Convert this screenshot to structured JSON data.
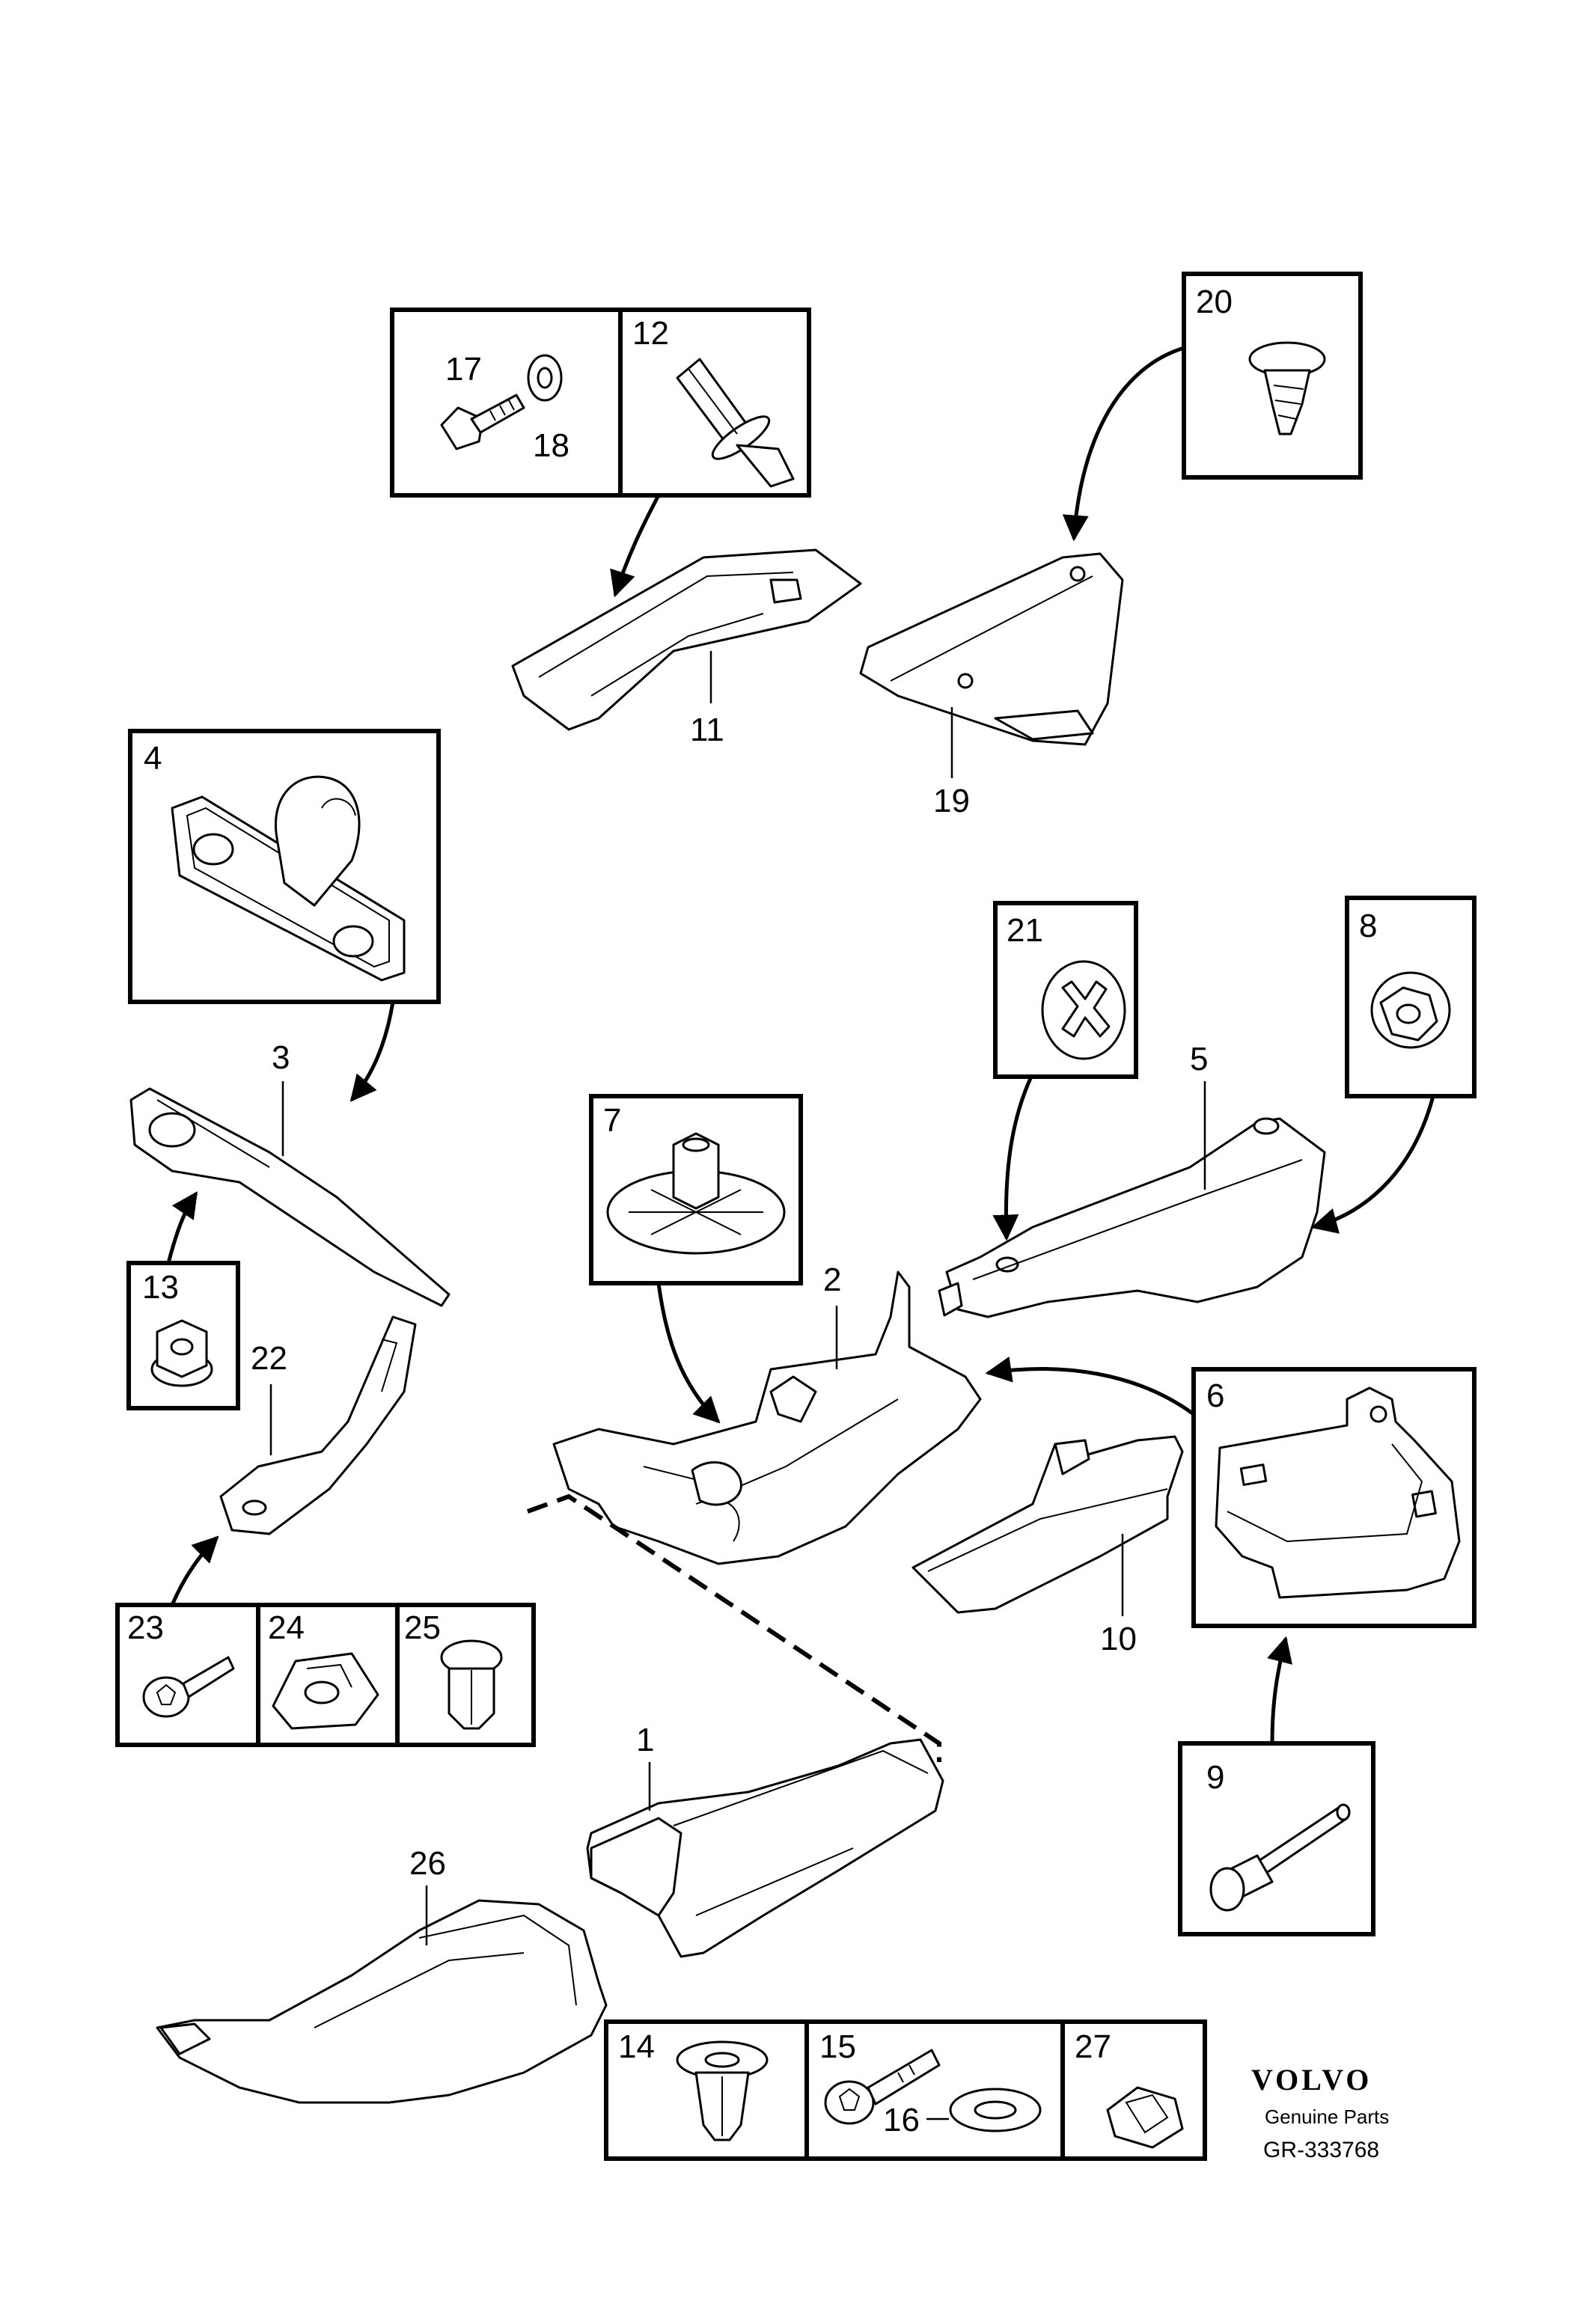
{
  "brand": {
    "logo_text": "VOLVO",
    "tagline": "Genuine Parts",
    "reference": "GR-333768"
  },
  "callouts": {
    "p1": "1",
    "p2": "2",
    "p3": "3",
    "p4": "4",
    "p5": "5",
    "p6": "6",
    "p7": "7",
    "p8": "8",
    "p9": "9",
    "p10": "10",
    "p11": "11",
    "p12": "12",
    "p13": "13",
    "p14": "14",
    "p15": "15",
    "p16": "16",
    "p17": "17",
    "p18": "18",
    "p19": "19",
    "p20": "20",
    "p21": "21",
    "p22": "22",
    "p23": "23",
    "p24": "24",
    "p25": "25",
    "p26": "26",
    "p27": "27"
  }
}
